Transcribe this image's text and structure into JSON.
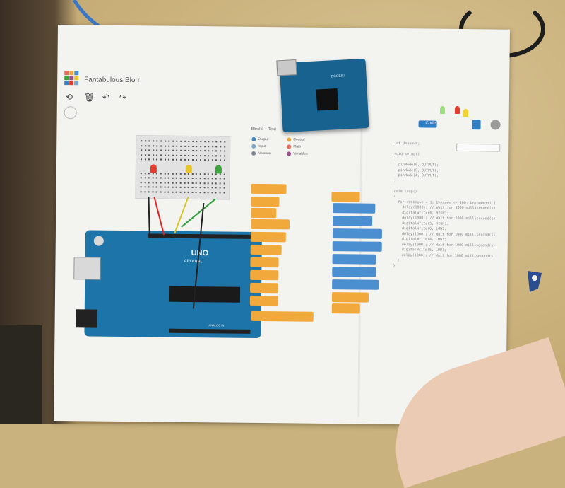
{
  "scene": {
    "description_visible": false
  },
  "app": {
    "title": "Fantabulous Blorr",
    "code_button_label": "Code",
    "blocks_panel_title": "Blocks + Text"
  },
  "legend": [
    {
      "label": "Output",
      "color": "#3b86c6"
    },
    {
      "label": "Input",
      "color": "#7aa4c9"
    },
    {
      "label": "Notation",
      "color": "#7e8792"
    },
    {
      "label": "Control",
      "color": "#f2a93b"
    },
    {
      "label": "Math",
      "color": "#e86a5d"
    },
    {
      "label": "Variables",
      "color": "#9b4f8f"
    }
  ],
  "board": {
    "label": "UNO",
    "sublabel": "ARDUINO",
    "analog_label": "ANALOG IN",
    "real_label": "DCCEIN"
  },
  "code_lines": [
    "int Unknown;",
    "",
    "void setup()",
    "{",
    "  pinMode(6, OUTPUT);",
    "  pinMode(5, OUTPUT);",
    "  pinMode(4, OUTPUT);",
    "}",
    "",
    "void loop()",
    "{",
    "  for (Unknown = 1; Unknown <= 100; Unknown++) {",
    "    delay(1000); // Wait for 1000 millisecond(s)",
    "    digitalWrite(6, HIGH);",
    "    delay(1000); // Wait for 1000 millisecond(s)",
    "    digitalWrite(5, HIGH);",
    "    digitalWrite(6, LOW);",
    "    delay(1000); // Wait for 1000 millisecond(s)",
    "    digitalWrite(4, LOW);",
    "    delay(1000); // Wait for 1000 millisecond(s)",
    "    digitalWrite(5, LOW);",
    "    delay(1000); // Wait for 1000 millisecond(s)",
    "  }",
    "}"
  ],
  "colors": {
    "led_red": "#e23b2f",
    "led_yellow": "#e8c62e",
    "led_green": "#3da33b",
    "block_orange": "#f2a93b",
    "block_blue": "#4c8fd0"
  }
}
